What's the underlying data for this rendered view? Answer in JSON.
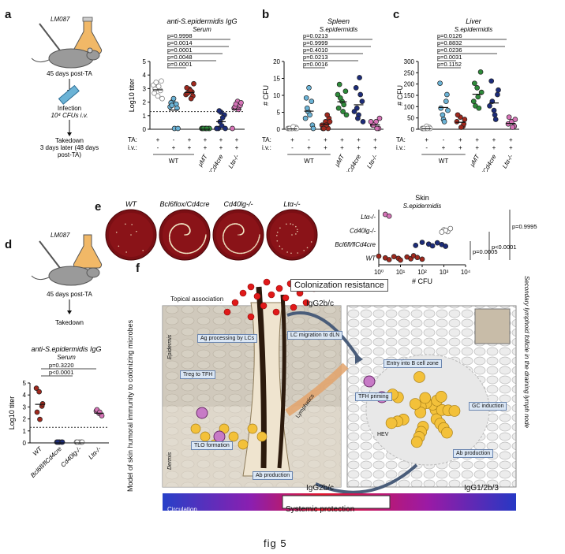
{
  "caption": "fig 5",
  "panel_labels": {
    "a": "a",
    "b": "b",
    "c": "c",
    "d": "d",
    "e": "e",
    "f": "f"
  },
  "panel_a": {
    "mouse_strain": "LM087",
    "step1": "45 days post-TA",
    "step2_line1": "Infection",
    "step2_line2": "10⁴ CFUs i.v.",
    "step3_line1": "Takedown",
    "step3_line2": "3 days later (48 days",
    "step3_line3": "post-TA)"
  },
  "panel_d": {
    "mouse_strain": "LM087",
    "step1": "45 days post-TA",
    "step2": "Takedown"
  },
  "chart_data": [
    {
      "id": "a_igg",
      "type": "scatter",
      "title": "anti-S.epidermidis IgG",
      "subtitle": "Serum",
      "ylabel": "Log10 titer",
      "ylim": [
        0,
        5
      ],
      "yticks": [
        "0",
        "1",
        "2",
        "3",
        "4",
        "5"
      ],
      "threshold": 1.3,
      "groups": [
        "WT -/-",
        "WT -/+",
        "WT +/+",
        "μMT",
        "Bcl6flox/Cd4cre",
        "Ltα-/-"
      ],
      "group_labels": [
        "μMT",
        "Bcl6fl/flCd4cre",
        "Ltα-/-"
      ],
      "wt_label": "WT",
      "ta_row": [
        "+",
        "-",
        "+",
        "+",
        "+",
        "+"
      ],
      "iv_row": [
        "-",
        "+",
        "+",
        "+",
        "+",
        "+"
      ],
      "ta_label": "TA:",
      "iv_label": "i.v.:",
      "colors": [
        "#9e9e9e",
        "#6bb3d6",
        "#a0281d",
        "#2e8b3a",
        "#1c2c7a",
        "#d673b7"
      ],
      "values": [
        [
          3.2,
          3.0,
          2.8,
          2.6,
          2.4,
          3.5,
          2.9,
          3.1,
          2.2,
          3.4
        ],
        [
          2.0,
          1.8,
          1.6,
          2.2,
          1.5,
          1.9,
          0.0,
          0.0,
          1.7
        ],
        [
          2.7,
          2.5,
          2.9,
          2.4,
          3.0,
          2.8,
          3.3,
          2.6,
          2.2
        ],
        [
          0.0,
          0.0,
          0.0,
          0.0,
          0.0,
          0.0,
          0.0,
          0.0
        ],
        [
          1.2,
          1.0,
          0.0,
          0.2,
          0.0,
          1.3,
          0.8,
          0.0,
          0.5
        ],
        [
          1.7,
          1.5,
          2.0,
          1.9,
          1.6,
          1.4,
          0.0,
          1.8
        ]
      ],
      "pvalues": [
        "p=0.9998",
        "p=0.0014",
        "p=0.0001",
        "p=0.0048",
        "p=0.0001"
      ]
    },
    {
      "id": "b_spleen",
      "type": "scatter",
      "title": "Spleen",
      "subtitle": "S.epidermidis",
      "ylabel": "# CFU",
      "ylim": [
        0,
        20
      ],
      "yticks": [
        "0",
        "5",
        "10",
        "15",
        "20"
      ],
      "groups": [
        "WT -/-",
        "WT -/+",
        "WT +/+",
        "μMT",
        "Bcl6flox/Cd4cre",
        "Ltα-/-"
      ],
      "group_labels": [
        "μMT",
        "Bcl6fl/flCd4cre",
        "Ltα-/-"
      ],
      "wt_label": "WT",
      "ta_row": [
        "+",
        "-",
        "+",
        "+",
        "+",
        "+"
      ],
      "iv_row": [
        "-",
        "+",
        "+",
        "+",
        "+",
        "+"
      ],
      "ta_label": "TA:",
      "iv_label": "i.v.:",
      "colors": [
        "#9e9e9e",
        "#6bb3d6",
        "#a0281d",
        "#2e8b3a",
        "#1c2c7a",
        "#d673b7"
      ],
      "values": [
        [
          0,
          0,
          0,
          0,
          0,
          0.3,
          0,
          0.5,
          0
        ],
        [
          5,
          8,
          3,
          12,
          1,
          9,
          4,
          0,
          6
        ],
        [
          0,
          1,
          2,
          3,
          0,
          1,
          2,
          0,
          4
        ],
        [
          6,
          8,
          11,
          13,
          5,
          4,
          9,
          7,
          10
        ],
        [
          4,
          8,
          12,
          15,
          2,
          6,
          10,
          5,
          3
        ],
        [
          0,
          1,
          2,
          3,
          1,
          0,
          2
        ]
      ],
      "pvalues": [
        "p=0.0213",
        "p=0.9999",
        "p=0.4010",
        "p=0.0213",
        "p=0.0016"
      ]
    },
    {
      "id": "c_liver",
      "type": "scatter",
      "title": "Liver",
      "subtitle": "S.epidermidis",
      "ylabel": "# CFU",
      "ylim": [
        0,
        300
      ],
      "yticks": [
        "0",
        "50",
        "100",
        "150",
        "200",
        "250",
        "300"
      ],
      "groups": [
        "WT -/-",
        "WT -/+",
        "WT +/+",
        "μMT",
        "Bcl6flox/Cd4cre",
        "Ltα-/-"
      ],
      "group_labels": [
        "μMT",
        "Bcl6fl/flCd4cre",
        "Ltα-/-"
      ],
      "wt_label": "WT",
      "ta_row": [
        "+",
        "-",
        "+",
        "+",
        "+",
        "+"
      ],
      "iv_row": [
        "-",
        "+",
        "+",
        "+",
        "+",
        "+"
      ],
      "ta_label": "TA:",
      "iv_label": "i.v.:",
      "colors": [
        "#9e9e9e",
        "#6bb3d6",
        "#a0281d",
        "#2e8b3a",
        "#1c2c7a",
        "#d673b7"
      ],
      "values": [
        [
          0,
          0,
          5,
          0,
          10,
          0,
          0,
          0
        ],
        [
          60,
          120,
          200,
          40,
          150,
          90,
          30,
          80
        ],
        [
          10,
          30,
          50,
          20,
          60,
          5,
          40
        ],
        [
          120,
          180,
          250,
          200,
          140,
          160,
          100,
          90
        ],
        [
          80,
          150,
          210,
          60,
          170,
          120,
          40,
          100
        ],
        [
          10,
          20,
          30,
          40,
          50,
          5
        ]
      ],
      "pvalues": [
        "p=0.0126",
        "p=0.8832",
        "p=0.0236",
        "p=0.0031",
        "p=0.1152"
      ]
    },
    {
      "id": "e_skin",
      "type": "scatter",
      "title": "Skin",
      "subtitle": "S.epidermidis",
      "xlabel": "# CFU",
      "xscale": "log",
      "xlim": [
        1,
        10000
      ],
      "xticks": [
        "10⁰",
        "10¹",
        "10²",
        "10³",
        "10⁴"
      ],
      "groups": [
        "Ltα-/-",
        "Cd40lg-/-",
        "Bcl6fl/flCd4cre",
        "WT"
      ],
      "colors": [
        "#d673b7",
        "#ffffff",
        "#1c2c7a",
        "#a0281d"
      ],
      "values": [
        [
          2,
          3
        ],
        [
          1000,
          1500,
          2000,
          1200,
          800
        ],
        [
          50,
          100,
          200,
          300,
          500,
          800,
          1200
        ],
        [
          1,
          2,
          3,
          5,
          8,
          10,
          20,
          30,
          40,
          60,
          100
        ]
      ],
      "pvalues": [
        "p=0.0005",
        "p<0.0001",
        "p=0.9995"
      ]
    },
    {
      "id": "d_igg",
      "type": "scatter",
      "title": "anti-S.epidermidis IgG",
      "subtitle": "Serum",
      "ylabel": "Log10 titer",
      "ylim": [
        0,
        5
      ],
      "yticks": [
        "0",
        "1",
        "2",
        "3",
        "4",
        "5"
      ],
      "threshold": 1.3,
      "groups": [
        "WT",
        "Bcl6fl/flCd4cre",
        "Cd40lg-/-",
        "Ltα-/-"
      ],
      "colors": [
        "#a0281d",
        "#1c2c7a",
        "#ffffff",
        "#d673b7"
      ],
      "values": [
        [
          4.5,
          4.2,
          3.0,
          2.5,
          1.9,
          3.2
        ],
        [
          0,
          0,
          0,
          0,
          0,
          0
        ],
        [
          0,
          0,
          0,
          0,
          0
        ],
        [
          2.6,
          2.4,
          2.2,
          2.7,
          2.5
        ]
      ],
      "pvalues": [
        "p=0.3220",
        "p<0.0001"
      ]
    }
  ],
  "panel_e": {
    "plates": [
      "WT",
      "Bcl6flox/Cd4cre",
      "Cd40lg-/-",
      "Ltα-/-"
    ]
  },
  "panel_f": {
    "side_label": "Model of skin humoral immunity to colonizing microbes",
    "right_side_label": "Secondary lymphoid follicle in the draining lymph node",
    "colonization_resistance": "Colonization resistance",
    "topical_association": "Topical association",
    "igg2bc_top": "IgG2b/c",
    "igg2bc_bottom": "IgG2b/c",
    "igg123": "IgG1/2b/3",
    "epidermis": "Epidermis",
    "dermis": "Dermis",
    "ag_processing": "Ag processing by LCs",
    "lc_migration": "LC migration to dLN",
    "treg_tfh": "Treg to TFH",
    "entry_b": "Entry into B cell zone",
    "tfh_priming": "TFH priming",
    "gc_induction": "GC induction",
    "tlo_formation": "TLO formation",
    "ab_production_left": "Ab production",
    "ab_production_right": "Ab production",
    "lymphatics": "Lymphatics",
    "circulation": "Circulation",
    "systemic_protection": "Systemic protection",
    "hev": "HEV"
  }
}
